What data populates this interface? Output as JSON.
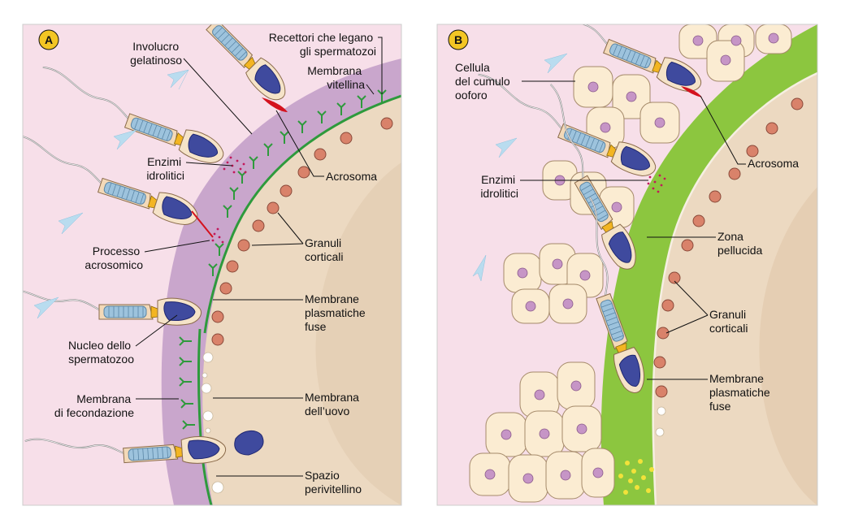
{
  "panels": [
    {
      "badge": "A",
      "labels": {
        "involucro": [
          "Involucro",
          "gelatinoso"
        ],
        "recettori": [
          "Recettori che legano",
          "gli spermatozoi"
        ],
        "membrana_vitellina": [
          "Membrana",
          "vitellina"
        ],
        "enzimi": [
          "Enzimi",
          "idrolitici"
        ],
        "acrosoma": [
          "Acrosoma"
        ],
        "processo": [
          "Processo",
          "acrosomico"
        ],
        "granuli": [
          "Granuli",
          "corticali"
        ],
        "membrane_fuse": [
          "Membrane",
          "plasmatiche",
          "fuse"
        ],
        "nucleo": [
          "Nucleo dello",
          "spermatozoo"
        ],
        "membrana_fecondazione": [
          "Membrana",
          "di fecondazione"
        ],
        "membrana_uovo": [
          "Membrana",
          "dell’uovo"
        ],
        "spazio": [
          "Spazio",
          "perivitellino"
        ]
      }
    },
    {
      "badge": "B",
      "labels": {
        "cellula": [
          "Cellula",
          "del cumulo",
          "ooforo"
        ],
        "acrosoma": [
          "Acrosoma"
        ],
        "enzimi": [
          "Enzimi",
          "idrolitici"
        ],
        "zona": [
          "Zona",
          "pellucida"
        ],
        "granuli": [
          "Granuli",
          "corticali"
        ],
        "membrane_fuse": [
          "Membrane",
          "plasmatiche",
          "fuse"
        ]
      }
    }
  ],
  "colors": {
    "background": "#f7dfe9",
    "cytoplasm": "#ecd9c1",
    "jelly_coat": "#c9a6cc",
    "membrane": "#2e9a3c",
    "zona_pellucida": "#8cc63f",
    "granule": "#d9826a",
    "cumulus_cell": "#fbecd2",
    "cell_nucleus": "#c695c6",
    "sperm_nucleus": "#3f4a9e",
    "acrosome": "#d4121e",
    "midpiece": "#9dc3dd",
    "arrow": "#b9dcef"
  }
}
